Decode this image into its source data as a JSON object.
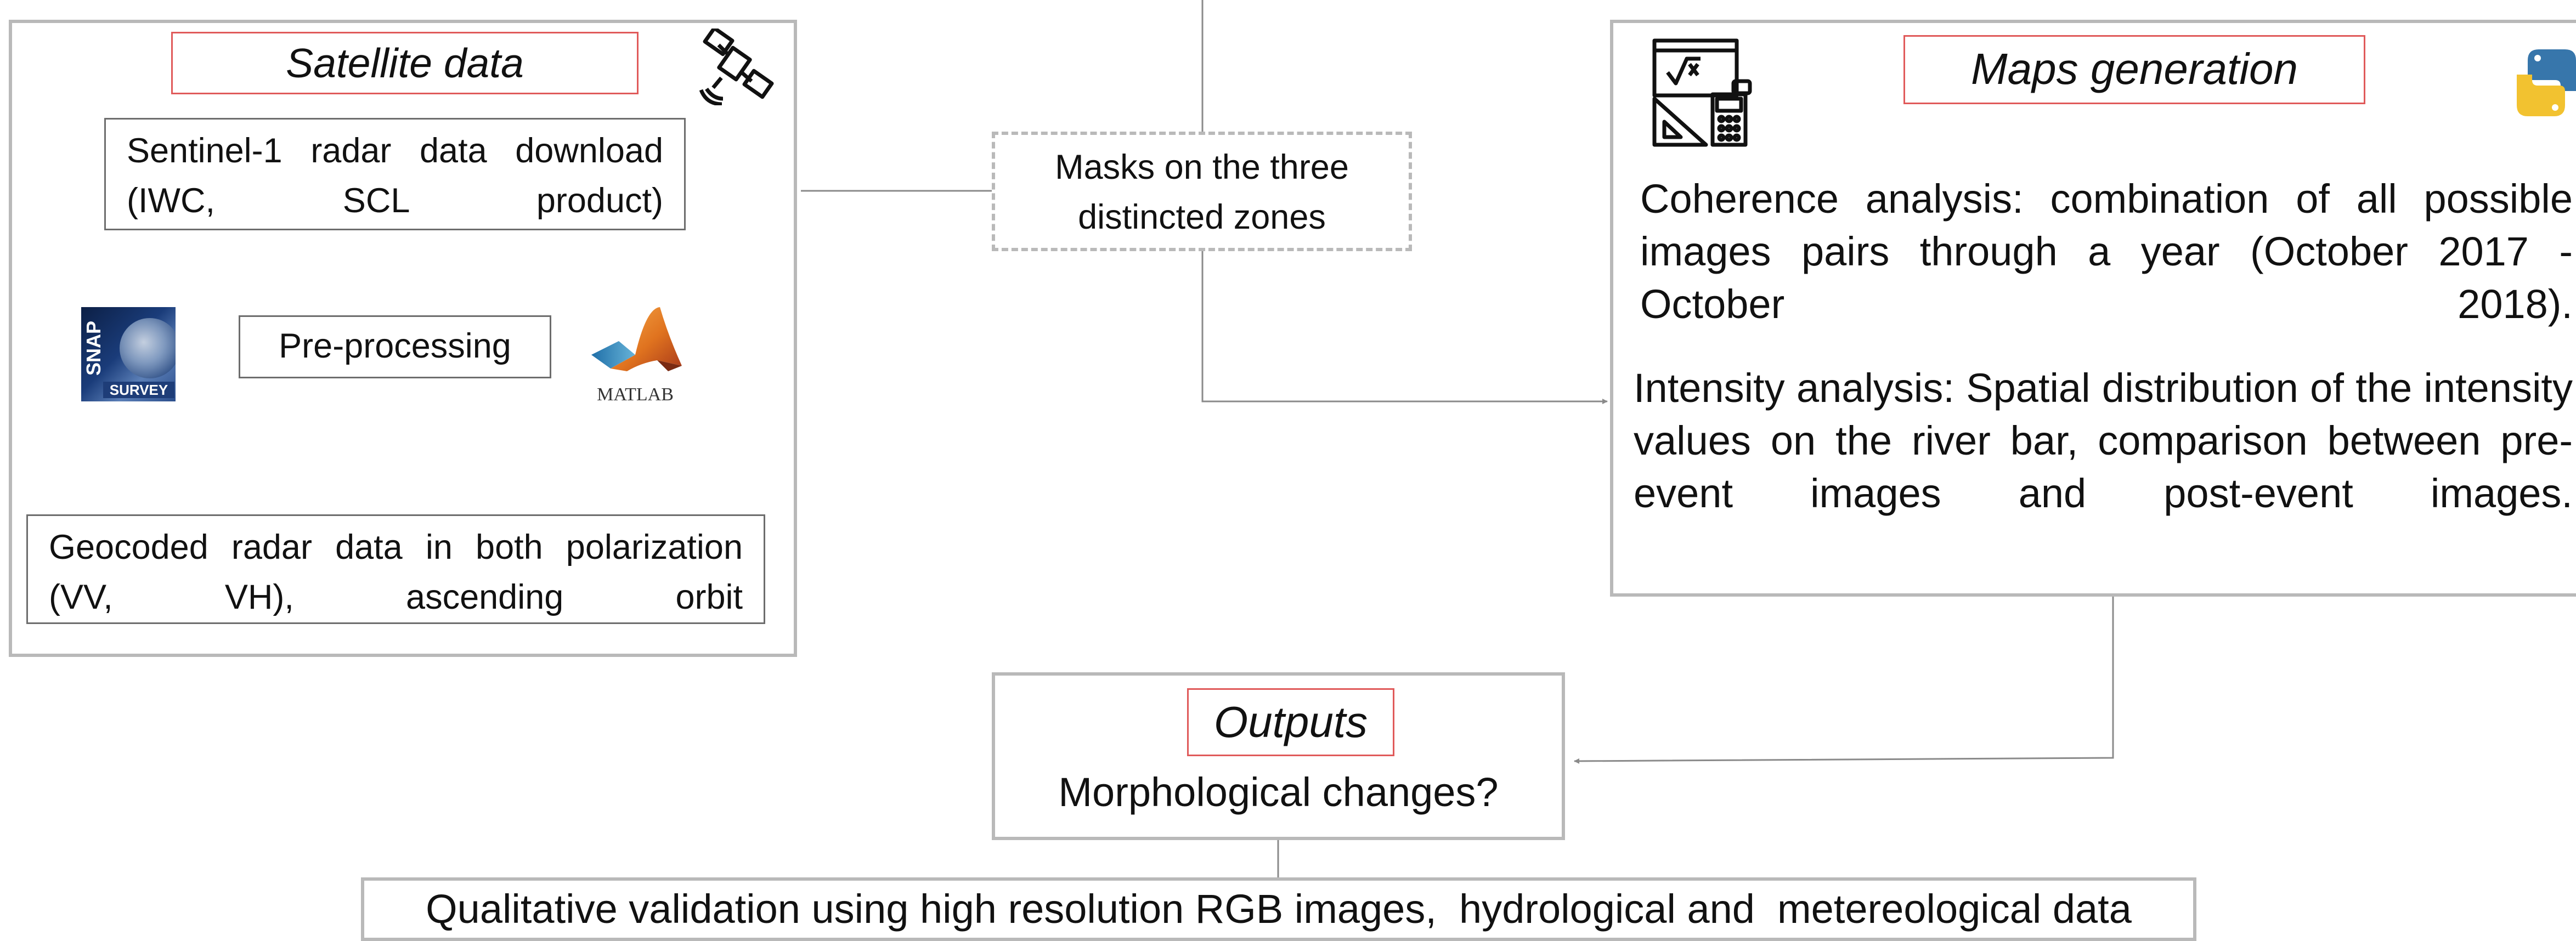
{
  "satellite": {
    "title": "Satellite data",
    "download": "Sentinel-1 radar data download (IWC, SCL product)",
    "preprocessing": "Pre-processing",
    "geocoded": "Geocoded radar data in both polarization (VV, VH), ascending orbit",
    "snap_logo_text": "SNAP",
    "snap_logo_sub": "SURVEY",
    "matlab_logo_text": "MATLAB"
  },
  "masks": {
    "label": "Masks on the three distincted zones"
  },
  "maps": {
    "title": "Maps generation",
    "coherence": "Coherence analysis: combination of all possible images pairs through a year (October 2017 - October 2018).",
    "intensity": "Intensity analysis: Spatial distribution of the intensity values on the river bar, comparison between pre-event images and post-event images."
  },
  "outputs": {
    "title": "Outputs",
    "question": "Morphological changes?"
  },
  "validation": {
    "label": "Qualitative validation using high resolution RGB images,  hydrological and  metereological data"
  },
  "icons": {
    "satellite": "satellite-icon",
    "calculator": "math-tools-icon",
    "python": "python-icon",
    "snap": "snap-logo",
    "matlab": "matlab-logo"
  },
  "colors": {
    "panel_border": "#b9b9b9",
    "title_border": "#e05a5a",
    "connector": "#8a8a8a",
    "python_blue": "#3776ab",
    "python_yellow": "#f2c230",
    "matlab_orange": "#e0731f"
  }
}
